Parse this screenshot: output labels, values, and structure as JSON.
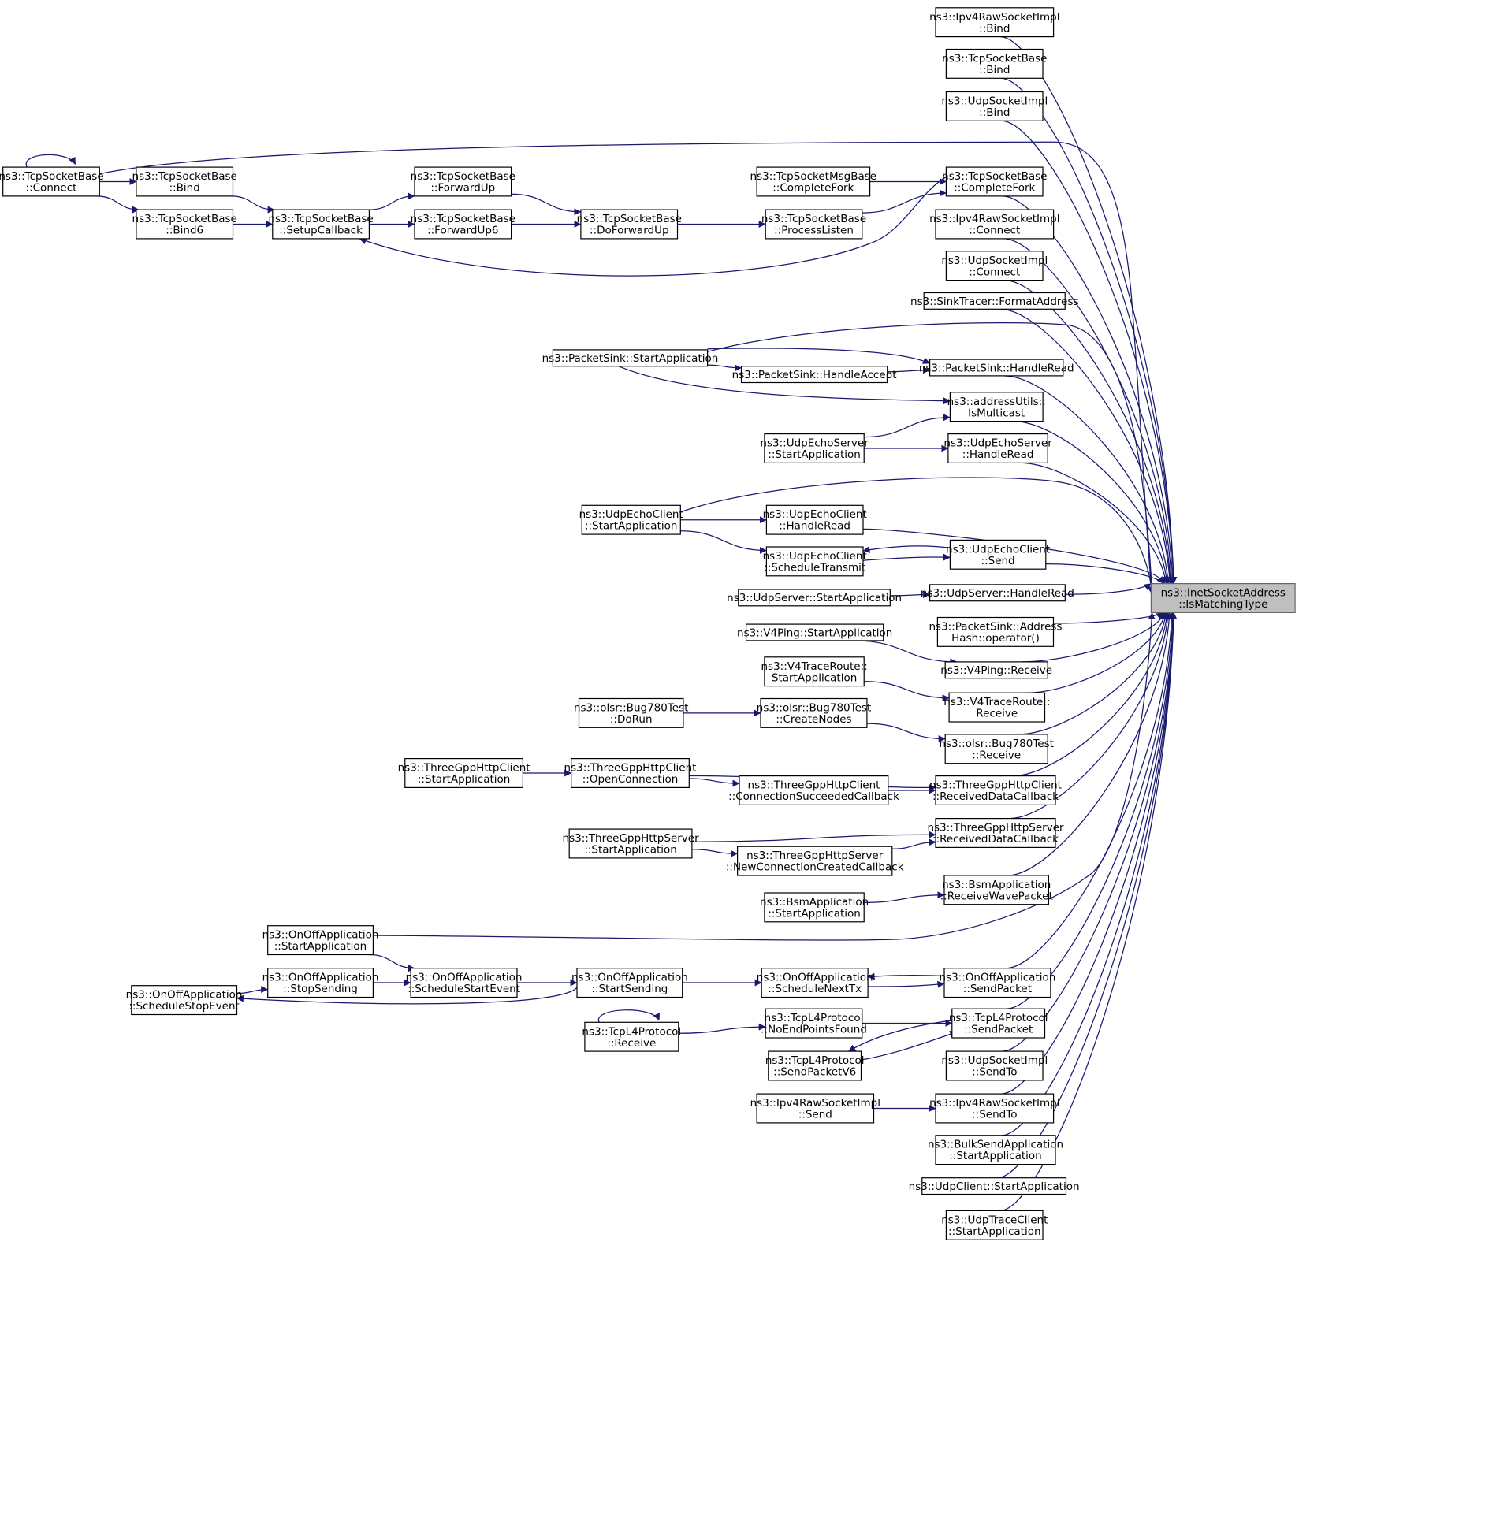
{
  "diagram": {
    "focus_node": "isMatchingType",
    "colors": {
      "edge": "#191970",
      "node_border": "#000000",
      "focus_fill": "#bfbfbf",
      "focus_border": "#666666",
      "background": "#ffffff"
    },
    "nodes": [
      {
        "id": "isMatchingType",
        "lines": [
          "ns3::InetSocketAddress",
          "::IsMatchingType"
        ],
        "focus": true
      },
      {
        "id": "ipv4RawBind",
        "lines": [
          "ns3::Ipv4RawSocketImpl",
          "::Bind"
        ]
      },
      {
        "id": "tcpBaseBindR",
        "lines": [
          "ns3::TcpSocketBase",
          "::Bind"
        ]
      },
      {
        "id": "udpSockBind",
        "lines": [
          "ns3::UdpSocketImpl",
          "::Bind"
        ]
      },
      {
        "id": "tcpConnect",
        "lines": [
          "ns3::TcpSocketBase",
          "::Connect"
        ]
      },
      {
        "id": "tcpBind",
        "lines": [
          "ns3::TcpSocketBase",
          "::Bind"
        ]
      },
      {
        "id": "tcpBind6",
        "lines": [
          "ns3::TcpSocketBase",
          "::Bind6"
        ]
      },
      {
        "id": "setupCallback",
        "lines": [
          "ns3::TcpSocketBase",
          "::SetupCallback"
        ]
      },
      {
        "id": "forwardUp",
        "lines": [
          "ns3::TcpSocketBase",
          "::ForwardUp"
        ]
      },
      {
        "id": "forwardUp6",
        "lines": [
          "ns3::TcpSocketBase",
          "::ForwardUp6"
        ]
      },
      {
        "id": "doForwardUp",
        "lines": [
          "ns3::TcpSocketBase",
          "::DoForwardUp"
        ]
      },
      {
        "id": "msgCompleteFork",
        "lines": [
          "ns3::TcpSocketMsgBase",
          "::CompleteFork"
        ]
      },
      {
        "id": "processListen",
        "lines": [
          "ns3::TcpSocketBase",
          "::ProcessListen"
        ]
      },
      {
        "id": "completeFork",
        "lines": [
          "ns3::TcpSocketBase",
          "::CompleteFork"
        ]
      },
      {
        "id": "ipv4RawConnect",
        "lines": [
          "ns3::Ipv4RawSocketImpl",
          "::Connect"
        ]
      },
      {
        "id": "udpSockConnect",
        "lines": [
          "ns3::UdpSocketImpl",
          "::Connect"
        ]
      },
      {
        "id": "sinkTracer",
        "lines": [
          "ns3::SinkTracer::FormatAddress"
        ]
      },
      {
        "id": "pktSinkStart",
        "lines": [
          "ns3::PacketSink::StartApplication"
        ]
      },
      {
        "id": "pktSinkAccept",
        "lines": [
          "ns3::PacketSink::HandleAccept"
        ]
      },
      {
        "id": "pktSinkRead",
        "lines": [
          "ns3::PacketSink::HandleRead"
        ]
      },
      {
        "id": "isMulticast",
        "lines": [
          "ns3::addressUtils::",
          "IsMulticast"
        ]
      },
      {
        "id": "echoServerStart",
        "lines": [
          "ns3::UdpEchoServer",
          "::StartApplication"
        ]
      },
      {
        "id": "echoServerRead",
        "lines": [
          "ns3::UdpEchoServer",
          "::HandleRead"
        ]
      },
      {
        "id": "echoClientStart",
        "lines": [
          "ns3::UdpEchoClient",
          "::StartApplication"
        ]
      },
      {
        "id": "echoClientRead",
        "lines": [
          "ns3::UdpEchoClient",
          "::HandleRead"
        ]
      },
      {
        "id": "echoClientSched",
        "lines": [
          "ns3::UdpEchoClient",
          "::ScheduleTransmit"
        ]
      },
      {
        "id": "echoClientSend",
        "lines": [
          "ns3::UdpEchoClient",
          "::Send"
        ]
      },
      {
        "id": "udpServerStart",
        "lines": [
          "ns3::UdpServer::StartApplication"
        ]
      },
      {
        "id": "udpServerRead",
        "lines": [
          "ns3::UdpServer::HandleRead"
        ]
      },
      {
        "id": "addrHash",
        "lines": [
          "ns3::PacketSink::Address",
          "Hash::operator()"
        ]
      },
      {
        "id": "v4pingStart",
        "lines": [
          "ns3::V4Ping::StartApplication"
        ]
      },
      {
        "id": "v4pingRecv",
        "lines": [
          "ns3::V4Ping::Receive"
        ]
      },
      {
        "id": "v4trStart",
        "lines": [
          "ns3::V4TraceRoute::",
          "StartApplication"
        ]
      },
      {
        "id": "v4trRecv",
        "lines": [
          "ns3::V4TraceRoute::",
          "Receive"
        ]
      },
      {
        "id": "bug780DoRun",
        "lines": [
          "ns3::olsr::Bug780Test",
          "::DoRun"
        ]
      },
      {
        "id": "bug780Create",
        "lines": [
          "ns3::olsr::Bug780Test",
          "::CreateNodes"
        ]
      },
      {
        "id": "bug780Recv",
        "lines": [
          "ns3::olsr::Bug780Test",
          "::Receive"
        ]
      },
      {
        "id": "httpClientStart",
        "lines": [
          "ns3::ThreeGppHttpClient",
          "::StartApplication"
        ]
      },
      {
        "id": "httpClientOpen",
        "lines": [
          "ns3::ThreeGppHttpClient",
          "::OpenConnection"
        ]
      },
      {
        "id": "httpClientConnOk",
        "lines": [
          "ns3::ThreeGppHttpClient",
          "::ConnectionSucceededCallback"
        ]
      },
      {
        "id": "httpClientRecv",
        "lines": [
          "ns3::ThreeGppHttpClient",
          "::ReceivedDataCallback"
        ]
      },
      {
        "id": "httpServerStart",
        "lines": [
          "ns3::ThreeGppHttpServer",
          "::StartApplication"
        ]
      },
      {
        "id": "httpServerNewConn",
        "lines": [
          "ns3::ThreeGppHttpServer",
          "::NewConnectionCreatedCallback"
        ]
      },
      {
        "id": "httpServerRecv",
        "lines": [
          "ns3::ThreeGppHttpServer",
          "::ReceivedDataCallback"
        ]
      },
      {
        "id": "bsmStart",
        "lines": [
          "ns3::BsmApplication",
          "::StartApplication"
        ]
      },
      {
        "id": "bsmRecv",
        "lines": [
          "ns3::BsmApplication",
          "::ReceiveWavePacket"
        ]
      },
      {
        "id": "onoffStart",
        "lines": [
          "ns3::OnOffApplication",
          "::StartApplication"
        ]
      },
      {
        "id": "onoffStop",
        "lines": [
          "ns3::OnOffApplication",
          "::StopSending"
        ]
      },
      {
        "id": "onoffSchedStop",
        "lines": [
          "ns3::OnOffApplication",
          "::ScheduleStopEvent"
        ]
      },
      {
        "id": "onoffSchedStart",
        "lines": [
          "ns3::OnOffApplication",
          "::ScheduleStartEvent"
        ]
      },
      {
        "id": "onoffStartSend",
        "lines": [
          "ns3::OnOffApplication",
          "::StartSending"
        ]
      },
      {
        "id": "onoffSchedTx",
        "lines": [
          "ns3::OnOffApplication",
          "::ScheduleNextTx"
        ]
      },
      {
        "id": "onoffSendPkt",
        "lines": [
          "ns3::OnOffApplication",
          "::SendPacket"
        ]
      },
      {
        "id": "tcpL4Recv",
        "lines": [
          "ns3::TcpL4Protocol",
          "::Receive"
        ]
      },
      {
        "id": "tcpL4NoEp",
        "lines": [
          "ns3::TcpL4Protocol",
          "::NoEndPointsFound"
        ]
      },
      {
        "id": "tcpL4SendV6",
        "lines": [
          "ns3::TcpL4Protocol",
          "::SendPacketV6"
        ]
      },
      {
        "id": "tcpL4Send",
        "lines": [
          "ns3::TcpL4Protocol",
          "::SendPacket"
        ]
      },
      {
        "id": "udpSockSendTo",
        "lines": [
          "ns3::UdpSocketImpl",
          "::SendTo"
        ]
      },
      {
        "id": "ipv4RawSend",
        "lines": [
          "ns3::Ipv4RawSocketImpl",
          "::Send"
        ]
      },
      {
        "id": "ipv4RawSendTo",
        "lines": [
          "ns3::Ipv4RawSocketImpl",
          "::SendTo"
        ]
      },
      {
        "id": "bulkSendStart",
        "lines": [
          "ns3::BulkSendApplication",
          "::StartApplication"
        ]
      },
      {
        "id": "udpClientStart",
        "lines": [
          "ns3::UdpClient::StartApplication"
        ]
      },
      {
        "id": "udpTraceStart",
        "lines": [
          "ns3::UdpTraceClient",
          "::StartApplication"
        ]
      }
    ],
    "edges": [
      {
        "from": "ipv4RawBind",
        "to": "isMatchingType"
      },
      {
        "from": "tcpBaseBindR",
        "to": "isMatchingType"
      },
      {
        "from": "udpSockBind",
        "to": "isMatchingType"
      },
      {
        "from": "tcpConnect",
        "to": "isMatchingType"
      },
      {
        "from": "completeFork",
        "to": "isMatchingType"
      },
      {
        "from": "ipv4RawConnect",
        "to": "isMatchingType"
      },
      {
        "from": "udpSockConnect",
        "to": "isMatchingType"
      },
      {
        "from": "sinkTracer",
        "to": "isMatchingType"
      },
      {
        "from": "pktSinkStart",
        "to": "isMatchingType"
      },
      {
        "from": "pktSinkRead",
        "to": "isMatchingType"
      },
      {
        "from": "isMulticast",
        "to": "isMatchingType"
      },
      {
        "from": "echoServerRead",
        "to": "isMatchingType"
      },
      {
        "from": "echoClientStart",
        "to": "isMatchingType"
      },
      {
        "from": "echoClientRead",
        "to": "isMatchingType"
      },
      {
        "from": "echoClientSend",
        "to": "isMatchingType"
      },
      {
        "from": "udpServerRead",
        "to": "isMatchingType"
      },
      {
        "from": "addrHash",
        "to": "isMatchingType"
      },
      {
        "from": "v4pingRecv",
        "to": "isMatchingType"
      },
      {
        "from": "v4trRecv",
        "to": "isMatchingType"
      },
      {
        "from": "bug780Recv",
        "to": "isMatchingType"
      },
      {
        "from": "httpClientRecv",
        "to": "isMatchingType"
      },
      {
        "from": "httpServerRecv",
        "to": "isMatchingType"
      },
      {
        "from": "bsmRecv",
        "to": "isMatchingType"
      },
      {
        "from": "onoffStart",
        "to": "isMatchingType"
      },
      {
        "from": "onoffSendPkt",
        "to": "isMatchingType"
      },
      {
        "from": "tcpL4Send",
        "to": "isMatchingType"
      },
      {
        "from": "udpSockSendTo",
        "to": "isMatchingType"
      },
      {
        "from": "ipv4RawSendTo",
        "to": "isMatchingType"
      },
      {
        "from": "bulkSendStart",
        "to": "isMatchingType"
      },
      {
        "from": "udpClientStart",
        "to": "isMatchingType"
      },
      {
        "from": "udpTraceStart",
        "to": "isMatchingType"
      },
      {
        "from": "tcpConnect",
        "to": "tcpConnect"
      },
      {
        "from": "tcpConnect",
        "to": "tcpBind"
      },
      {
        "from": "tcpConnect",
        "to": "tcpBind6"
      },
      {
        "from": "tcpBind",
        "to": "setupCallback"
      },
      {
        "from": "tcpBind6",
        "to": "setupCallback"
      },
      {
        "from": "setupCallback",
        "to": "forwardUp"
      },
      {
        "from": "setupCallback",
        "to": "forwardUp6"
      },
      {
        "from": "forwardUp",
        "to": "doForwardUp"
      },
      {
        "from": "forwardUp6",
        "to": "doForwardUp"
      },
      {
        "from": "doForwardUp",
        "to": "processListen"
      },
      {
        "from": "msgCompleteFork",
        "to": "completeFork"
      },
      {
        "from": "processListen",
        "to": "completeFork"
      },
      {
        "from": "completeFork",
        "to": "setupCallback"
      },
      {
        "from": "pktSinkStart",
        "to": "pktSinkRead"
      },
      {
        "from": "pktSinkStart",
        "to": "pktSinkAccept"
      },
      {
        "from": "pktSinkAccept",
        "to": "pktSinkRead"
      },
      {
        "from": "pktSinkStart",
        "to": "isMulticast"
      },
      {
        "from": "echoServerStart",
        "to": "isMulticast"
      },
      {
        "from": "echoServerStart",
        "to": "echoServerRead"
      },
      {
        "from": "echoClientStart",
        "to": "echoClientRead"
      },
      {
        "from": "echoClientStart",
        "to": "echoClientSched"
      },
      {
        "from": "echoClientSched",
        "to": "echoClientSend"
      },
      {
        "from": "echoClientSend",
        "to": "echoClientSched"
      },
      {
        "from": "udpServerStart",
        "to": "udpServerRead"
      },
      {
        "from": "v4pingStart",
        "to": "v4pingRecv"
      },
      {
        "from": "v4trStart",
        "to": "v4trRecv"
      },
      {
        "from": "bug780DoRun",
        "to": "bug780Create"
      },
      {
        "from": "bug780Create",
        "to": "bug780Recv"
      },
      {
        "from": "httpClientStart",
        "to": "httpClientOpen"
      },
      {
        "from": "httpClientOpen",
        "to": "httpClientRecv"
      },
      {
        "from": "httpClientOpen",
        "to": "httpClientConnOk"
      },
      {
        "from": "httpClientConnOk",
        "to": "httpClientRecv"
      },
      {
        "from": "httpServerStart",
        "to": "httpServerRecv"
      },
      {
        "from": "httpServerStart",
        "to": "httpServerNewConn"
      },
      {
        "from": "httpServerNewConn",
        "to": "httpServerRecv"
      },
      {
        "from": "bsmStart",
        "to": "bsmRecv"
      },
      {
        "from": "onoffStart",
        "to": "onoffSchedStart"
      },
      {
        "from": "onoffStop",
        "to": "onoffSchedStart"
      },
      {
        "from": "onoffSchedStop",
        "to": "onoffStop"
      },
      {
        "from": "onoffSchedStart",
        "to": "onoffStartSend"
      },
      {
        "from": "onoffStartSend",
        "to": "onoffSchedStop"
      },
      {
        "from": "onoffStartSend",
        "to": "onoffSchedTx"
      },
      {
        "from": "onoffSchedTx",
        "to": "onoffSendPkt"
      },
      {
        "from": "onoffSendPkt",
        "to": "onoffSchedTx"
      },
      {
        "from": "tcpL4Recv",
        "to": "tcpL4Recv"
      },
      {
        "from": "tcpL4Recv",
        "to": "tcpL4NoEp"
      },
      {
        "from": "tcpL4NoEp",
        "to": "tcpL4Send"
      },
      {
        "from": "tcpL4Send",
        "to": "tcpL4SendV6"
      },
      {
        "from": "tcpL4SendV6",
        "to": "tcpL4Send"
      },
      {
        "from": "ipv4RawSend",
        "to": "ipv4RawSendTo"
      }
    ]
  }
}
